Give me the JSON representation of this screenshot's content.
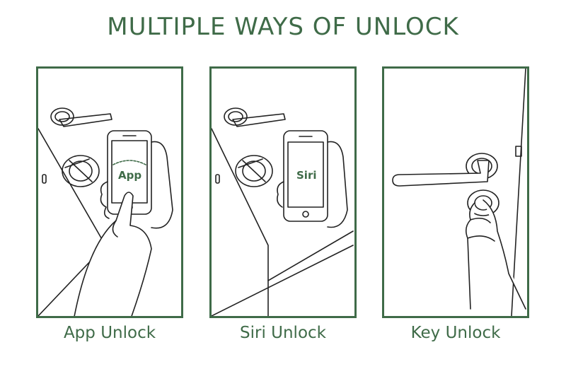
{
  "title": "MULTIPLE WAYS OF UNLOCK",
  "panels": [
    {
      "screen_label": "App",
      "caption": "App Unlock"
    },
    {
      "screen_label": "Siri",
      "caption": "Siri Unlock"
    },
    {
      "screen_label": "",
      "caption": "Key Unlock"
    }
  ],
  "colors": {
    "accent": "#3f6b48",
    "line": "#222222"
  }
}
